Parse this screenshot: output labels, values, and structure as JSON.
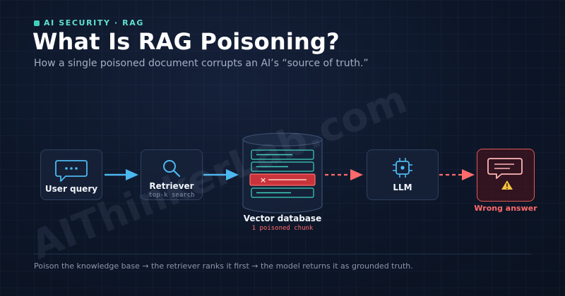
{
  "header": {
    "eyebrow": "AI SECURITY · RAG",
    "title": "What Is RAG Poisoning?",
    "subtitle": "How a single poisoned document corrupts an AI’s “source of truth.”"
  },
  "nodes": {
    "query": {
      "label": "User query",
      "icon": "chat-bubble-icon"
    },
    "retriever": {
      "label": "Retriever",
      "sub": "top-k search",
      "icon": "search-icon"
    },
    "database": {
      "label": "Vector database",
      "sub": "1 poisoned chunk",
      "icon": "database-cylinder-icon"
    },
    "llm": {
      "label": "LLM",
      "icon": "chip-icon"
    },
    "answer": {
      "label": "Wrong answer",
      "icon": "warning-chat-icon"
    }
  },
  "footer": "Poison the knowledge base → the retriever ranks it first → the model returns it as grounded truth.",
  "watermark": "AIThinkerLab.com",
  "colors": {
    "accent_teal": "#3fd1bf",
    "arrow_blue": "#4cb8f0",
    "danger_red": "#e05a5a",
    "background": "#0d1628"
  }
}
